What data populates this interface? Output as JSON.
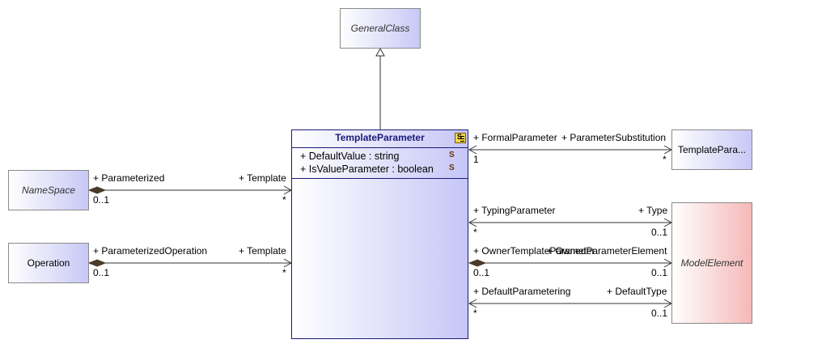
{
  "classes": {
    "general_class": "GeneralClass",
    "template_parameter": "TemplateParameter",
    "namespace": "NameSpace",
    "operation": "Operation",
    "template_para": "TemplatePara...",
    "model_element": "ModelElement"
  },
  "attributes": [
    "+ DefaultValue : string",
    "+ IsValueParameter : boolean"
  ],
  "associations": {
    "formal": {
      "left_role": "+ FormalParameter",
      "right_role": "+ ParameterSubstitution",
      "left_mult": "1",
      "right_mult": "*"
    },
    "namespace": {
      "left_role": "+ Parameterized",
      "right_role": "+ Template",
      "left_mult": "0..1",
      "right_mult": "*"
    },
    "operation": {
      "left_role": "+ ParameterizedOperation",
      "right_role": "+ Template",
      "left_mult": "0..1",
      "right_mult": "*"
    },
    "typing": {
      "left_role": "+ TypingParameter",
      "right_role": "+ Type",
      "left_mult": "*",
      "right_mult": "0..1"
    },
    "owner": {
      "left_role": "+ OwnerTemplateParameter",
      "right_role": "+ OwnedParameterElement",
      "left_mult": "0..1",
      "right_mult": "0..1"
    },
    "default": {
      "left_role": "+ DefaultParametering",
      "right_role": "+ DefaultType",
      "left_mult": "*",
      "right_mult": "0..1"
    }
  },
  "colors": {
    "class_fill": "#c8c8f6",
    "main_border": "#1a1a7a",
    "model_element_fill": "#f5b8b8"
  }
}
